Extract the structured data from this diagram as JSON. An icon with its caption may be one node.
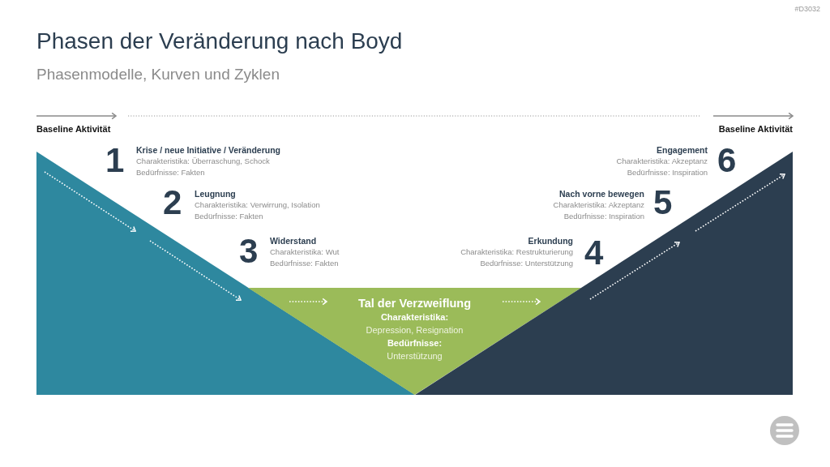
{
  "diagram": {
    "title": "Phasen der Veränderung nach Boyd",
    "nodes": [
      {
        "text": [],
        "shape": "triangle"
      },
      {
        "text": [
          "Tal der Verzweiflung",
          "Charakteristika:",
          "Depression, Resignation",
          "Bedürfnisse:",
          "Unterstützung"
        ]
      },
      {
        "text": [],
        "shape": "triangle"
      }
    ],
    "labels": [
      "#D3032",
      "Phasenmodelle, Kurven und Zyklen",
      "Baseline Aktivität",
      "Baseline Aktivität",
      "1",
      "Krise / neue Initiative / Veränderung",
      "Charakteristika: Überraschung, Schock",
      "Bedürfnisse: Fakten",
      "2",
      "Leugnung",
      "Charakteristika: Verwirrung, Isolation",
      "Bedürfnisse: Fakten",
      "3",
      "Widerstand",
      "Charakteristika: Wut",
      "Bedürfnisse: Fakten",
      "4",
      "Erkundung",
      "Charakteristika: Restrukturierung",
      "Bedürfnisse: Unterstützung",
      "5",
      "Nach vorne bewegen",
      "Charakteristika: Akzeptanz",
      "Bedürfnisse: Inspiration",
      "6",
      "Engagement",
      "Charakteristika: Akzeptanz",
      "Bedürfnisse: Inspiration"
    ]
  }
}
